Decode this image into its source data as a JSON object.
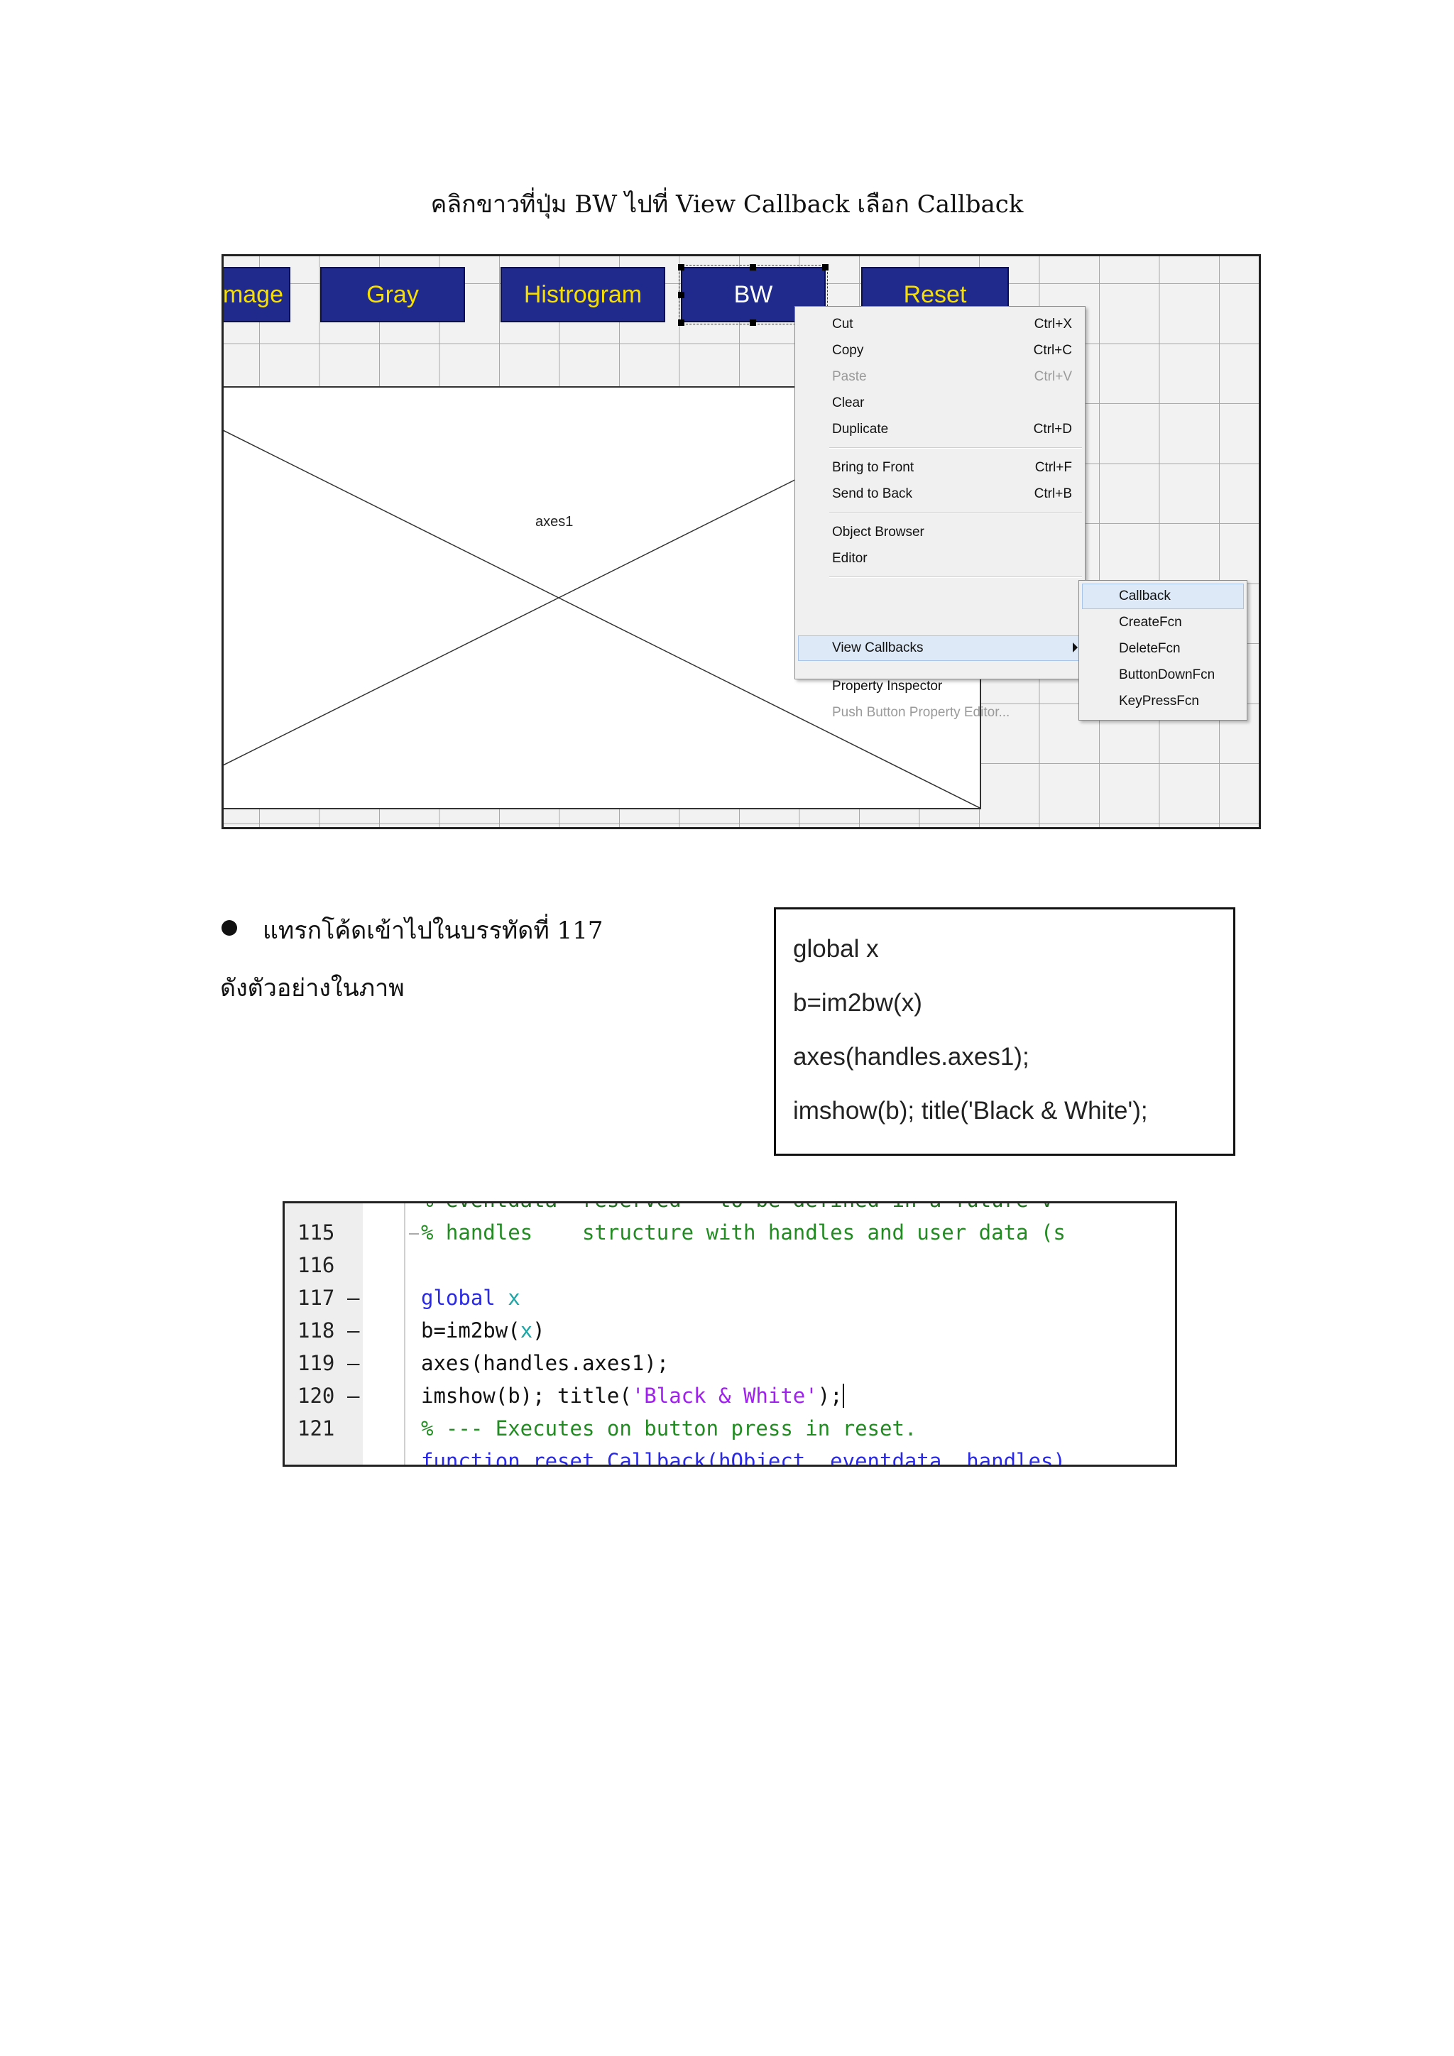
{
  "heading": "คลิกขาวที่ปุ่ม BW ไปที่ View Callback เลือก Callback",
  "gui": {
    "buttons": [
      "mage",
      "Gray",
      "Histrogram",
      "BW",
      "Reset"
    ],
    "axes_label": "axes1"
  },
  "context_menu": {
    "items": [
      {
        "label": "Cut",
        "shortcut": "Ctrl+X"
      },
      {
        "label": "Copy",
        "shortcut": "Ctrl+C"
      },
      {
        "label": "Paste",
        "shortcut": "Ctrl+V"
      },
      {
        "label": "Clear",
        "shortcut": ""
      },
      {
        "label": "Duplicate",
        "shortcut": "Ctrl+D"
      },
      {
        "label": "Bring to Front",
        "shortcut": "Ctrl+F"
      },
      {
        "label": "Send to Back",
        "shortcut": "Ctrl+B"
      },
      {
        "label": "Object Browser",
        "shortcut": ""
      },
      {
        "label": "Editor",
        "shortcut": ""
      },
      {
        "label": "View Callbacks",
        "shortcut": ""
      },
      {
        "label": "Property Inspector",
        "shortcut": ""
      },
      {
        "label": "Push Button Property Editor...",
        "shortcut": ""
      }
    ],
    "submenu": [
      "Callback",
      "CreateFcn",
      "DeleteFcn",
      "ButtonDownFcn",
      "KeyPressFcn"
    ]
  },
  "instruction": {
    "line1": "แทรกโค้ดเข้าไปในบรรทัดที่ 117",
    "line2": "ดังตัวอย่างในภาพ"
  },
  "code_box": {
    "lines": [
      "global x",
      "b=im2bw(x)",
      "axes(handles.axes1);",
      "imshow(b); title('Black & White');"
    ]
  },
  "editor": {
    "top_partial": "% eventdata  reserved - to be defined in a future v",
    "line_numbers": [
      "115",
      "116",
      "117",
      "118",
      "119",
      "120",
      "121"
    ],
    "markers": [
      "",
      "",
      "–",
      "–",
      "–",
      "–",
      ""
    ],
    "comment_115": "% handles    structure with handles and user data (s",
    "kw_global": "global",
    "var_x": "x",
    "code_118_a": "b=im2bw(",
    "code_118_b": "x",
    "code_118_c": ")",
    "code_119": "axes(handles.axes1);",
    "code_120_a": "imshow(b); title(",
    "code_120_str": "'Black & White'",
    "code_120_c": ");",
    "comment_121": "% --- Executes on button press in reset.",
    "bottom_partial": "function reset_Callback(hObject, eventdata, handles)"
  }
}
